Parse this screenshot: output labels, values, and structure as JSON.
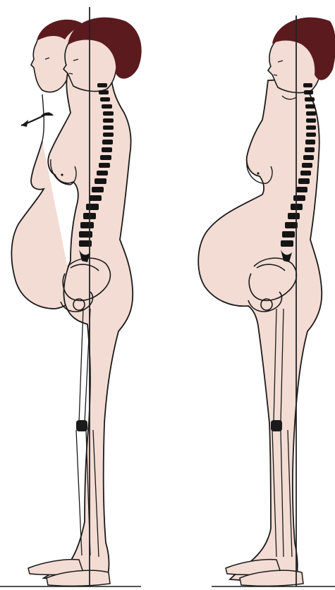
{
  "illustration": {
    "kind": "medical posture illustration",
    "figures": [
      {
        "id": "left",
        "overlay_previous_posture": true,
        "arrow": "pointing-left"
      },
      {
        "id": "right",
        "overlay_previous_posture": false,
        "arrow": "none"
      }
    ],
    "colors": {
      "skin": "#f3dcd3",
      "hair": "#5a1a1e",
      "outline": "#1a1a1a",
      "spine": "#141414",
      "plumb_line": "#222222",
      "background": "#ffffff"
    }
  }
}
